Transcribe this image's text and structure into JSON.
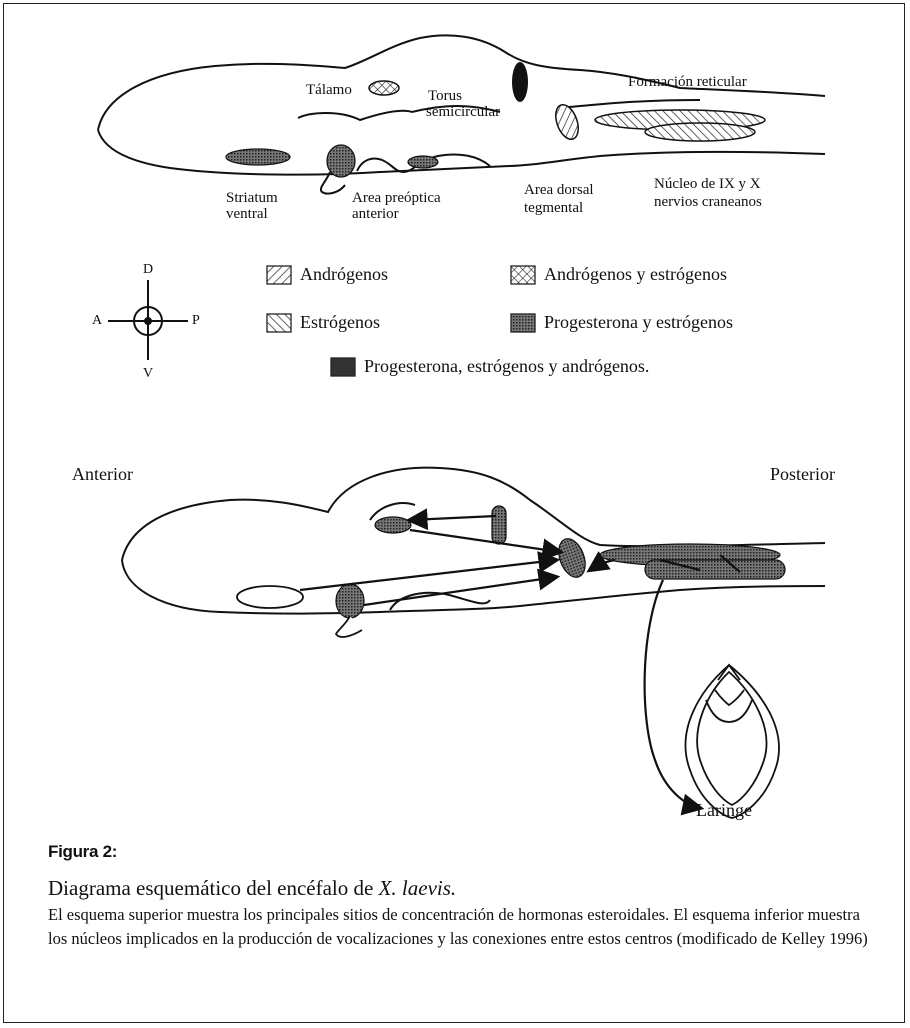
{
  "top_diagram": {
    "labels": {
      "talamo": "Tálamo",
      "torus_1": "Torus",
      "torus_2": "semicircular",
      "formacion_reticular": "Formación reticular",
      "striatum_1": "Striatum",
      "striatum_2": "ventral",
      "area_preoptica_1": "Area   preóptica",
      "area_preoptica_2": "anterior",
      "area_dorsal_1": "Area dorsal",
      "area_dorsal_2": "tegmental",
      "nucleo_1": "Núcleo de IX y X",
      "nucleo_2": "nervios craneanos"
    }
  },
  "compass": {
    "d": "D",
    "v": "V",
    "a": "A",
    "p": "P"
  },
  "legend": {
    "androgenos": "Andrógenos",
    "estrogenos": "Estrógenos",
    "andro_estro": "Andrógenos y estrógenos",
    "proge_estro": "Progesterona y estrógenos",
    "proge_estro_andro": "Progesterona, estrógenos y andrógenos."
  },
  "bottom_diagram": {
    "anterior": "Anterior",
    "posterior": "Posterior",
    "laringe": "Laringe"
  },
  "caption": {
    "title": "Figura 2:",
    "subtitle_prefix": "Diagrama esquemático del encéfalo de ",
    "subtitle_species": "X. laevis.",
    "body": "El esquema superior muestra los principales sitios de concentración de hormonas esteroida­les. El esquema inferior muestra los núcleos implicados en la producción de vocalizaciones y las conexiones entre estos centros (modificado de Kelley 1996)"
  }
}
